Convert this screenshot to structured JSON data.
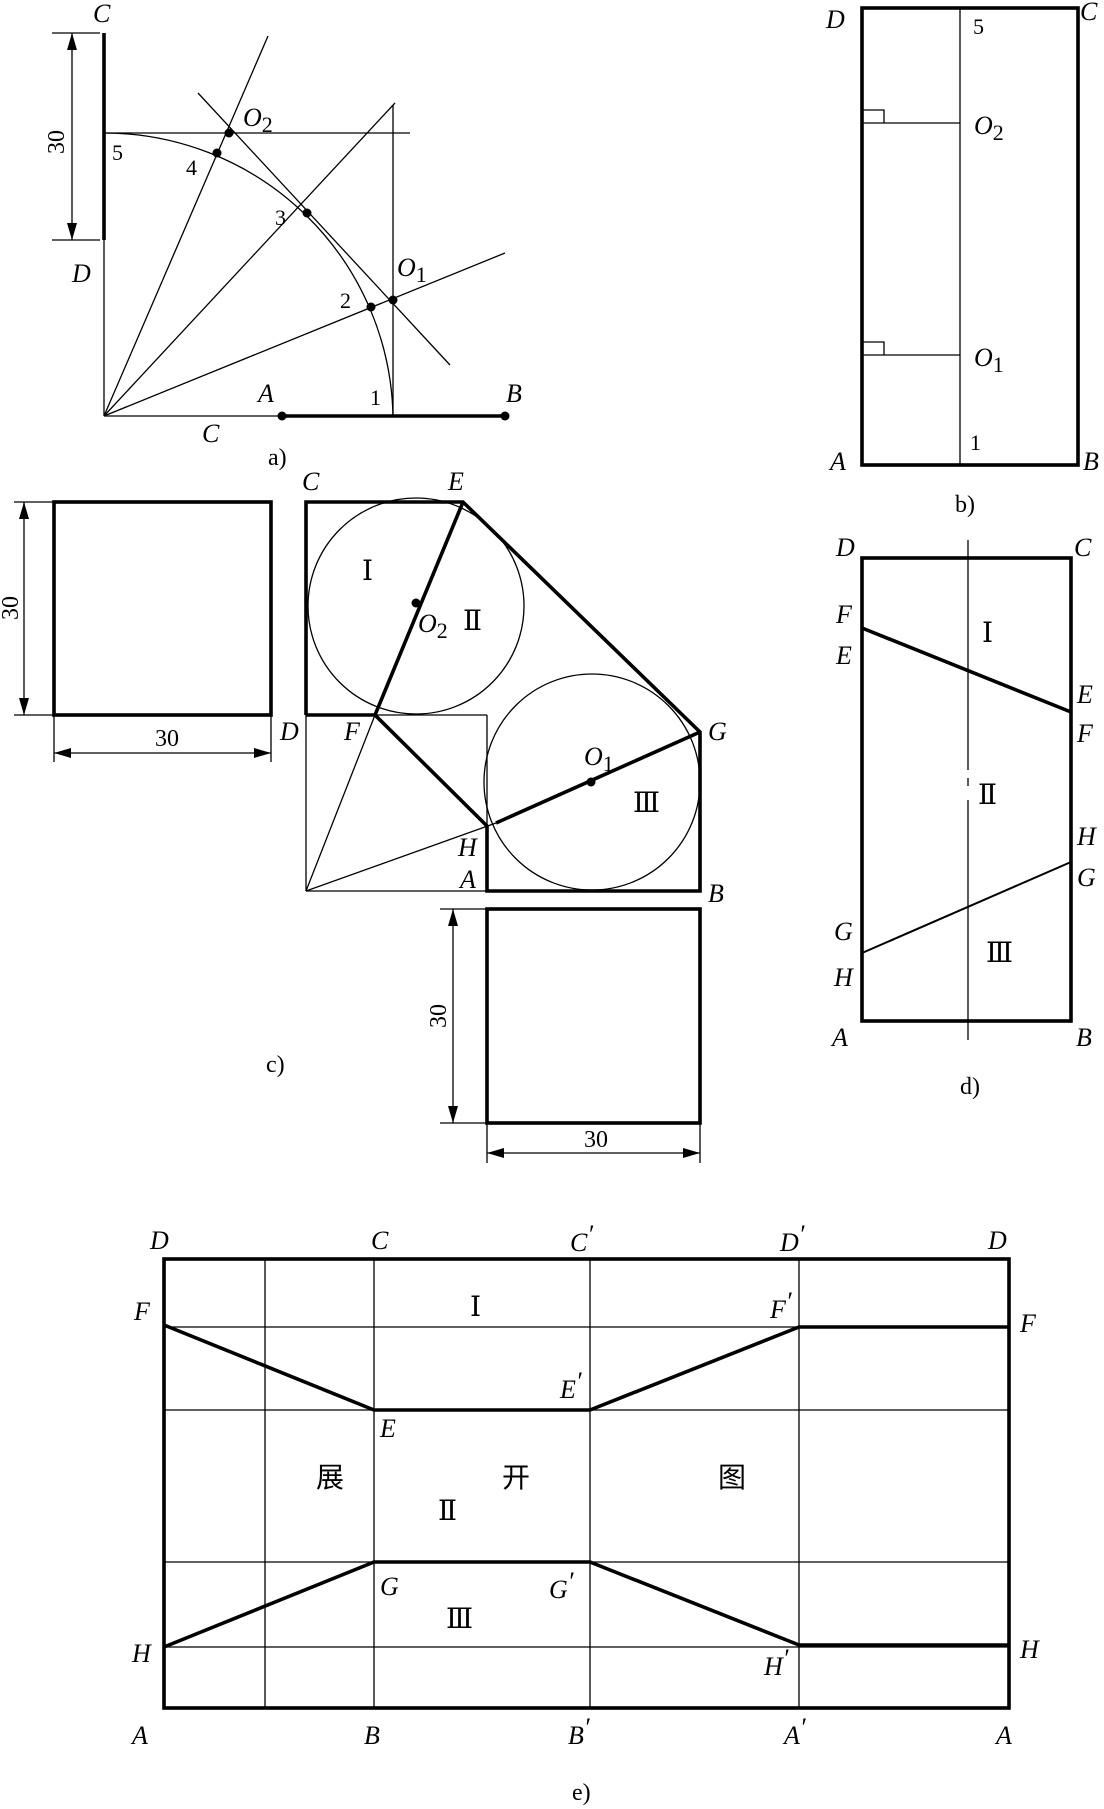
{
  "panel_a": {
    "caption": "a)",
    "dimension": "30",
    "labels": {
      "C_top": "C",
      "D": "D",
      "O2": "O",
      "O2_sub": "2",
      "O1": "O",
      "O1_sub": "1",
      "A": "A",
      "B": "B",
      "C_bottom": "C"
    },
    "points": {
      "p1": "1",
      "p2": "2",
      "p3": "3",
      "p4": "4",
      "p5": "5"
    }
  },
  "panel_b": {
    "caption": "b)",
    "labels": {
      "D": "D",
      "C": "C",
      "A": "A",
      "B": "B",
      "O2": "O",
      "O2_sub": "2",
      "O1": "O",
      "O1_sub": "1",
      "n5": "5",
      "n1": "1"
    }
  },
  "panel_c": {
    "caption": "c)",
    "dim_left_v": "30",
    "dim_left_h": "30",
    "dim_bottom_v": "30",
    "dim_bottom_h": "30",
    "labels": {
      "C": "C",
      "E": "E",
      "D": "D",
      "F": "F",
      "G": "G",
      "H": "H",
      "A": "A",
      "B": "B",
      "O2": "O",
      "O2_sub": "2",
      "O1": "O",
      "O1_sub": "1"
    },
    "regions": {
      "r1": "Ⅰ",
      "r2": "Ⅱ",
      "r3": "Ⅲ"
    }
  },
  "panel_d": {
    "caption": "d)",
    "labels": {
      "D": "D",
      "C": "C",
      "F_left": "F",
      "E_left": "E",
      "E_right": "E",
      "F_right": "F",
      "H_right": "H",
      "G_right": "G",
      "G_left": "G",
      "H_left": "H",
      "A": "A",
      "B": "B"
    },
    "regions": {
      "r1": "Ⅰ",
      "r2": "Ⅱ",
      "r3": "Ⅲ"
    }
  },
  "panel_e": {
    "caption": "e)",
    "top_labels": [
      "D",
      "C",
      "C",
      "D",
      "D"
    ],
    "bottom_labels": [
      "A",
      "B",
      "B",
      "A",
      "A"
    ],
    "primes": {
      "C2": "′",
      "D2": "′",
      "B2": "′",
      "A2": "′",
      "F2": "′",
      "E2": "′",
      "G2": "′",
      "H2": "′"
    },
    "side_labels": {
      "F_left": "F",
      "H_left": "H",
      "F_right": "F",
      "H_right": "H",
      "E": "E",
      "E2": "E",
      "F2": "F",
      "G": "G",
      "G2": "G",
      "H2": "H"
    },
    "regions": {
      "r1": "Ⅰ",
      "r2": "Ⅱ",
      "r3": "Ⅲ"
    },
    "chinese": {
      "zhan": "展",
      "kai": "开",
      "tu": "图"
    }
  }
}
